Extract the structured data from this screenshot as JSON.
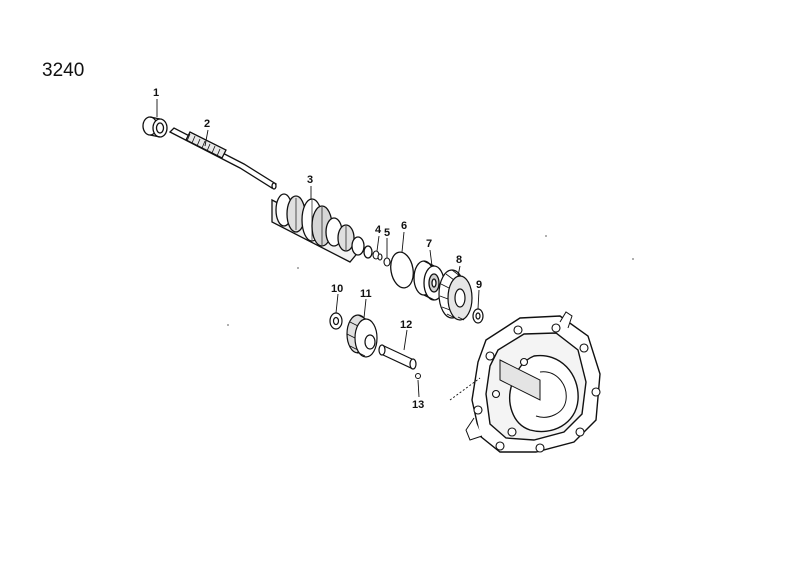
{
  "diagram": {
    "id": "3240",
    "callouts": [
      {
        "num": "1"
      },
      {
        "num": "2"
      },
      {
        "num": "3"
      },
      {
        "num": "4"
      },
      {
        "num": "5"
      },
      {
        "num": "6"
      },
      {
        "num": "7"
      },
      {
        "num": "8"
      },
      {
        "num": "9"
      },
      {
        "num": "10"
      },
      {
        "num": "11"
      },
      {
        "num": "12"
      },
      {
        "num": "13"
      }
    ]
  },
  "colors": {
    "ink": "#111111",
    "background": "#ffffff",
    "shade": "#bdbdbd"
  }
}
